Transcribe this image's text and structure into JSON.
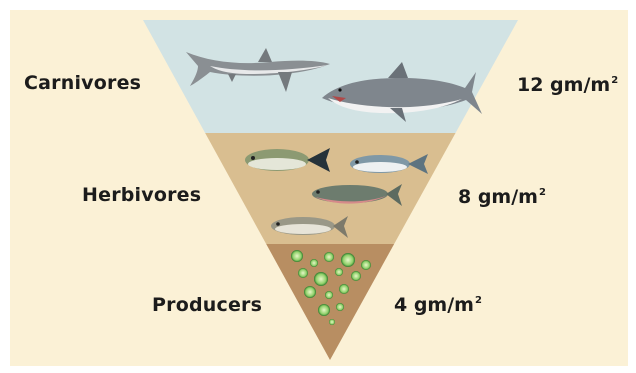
{
  "levels": [
    {
      "name": "Carnivores",
      "value": "12 gm/m",
      "exp": "2"
    },
    {
      "name": "Herbivores",
      "value": "8 gm/m",
      "exp": "2"
    },
    {
      "name": "Producers",
      "value": "4 gm/m",
      "exp": "2"
    }
  ],
  "colors": {
    "background": "#fbf1d6",
    "carnivore_band": "#d2e3e4",
    "herbivore_band": "#d9be90",
    "producer_band": "#b88e62",
    "text": "#1c1c1c"
  },
  "icons": [
    "shark-icon",
    "great-white-shark-icon",
    "fish-icon",
    "plankton-icon"
  ]
}
